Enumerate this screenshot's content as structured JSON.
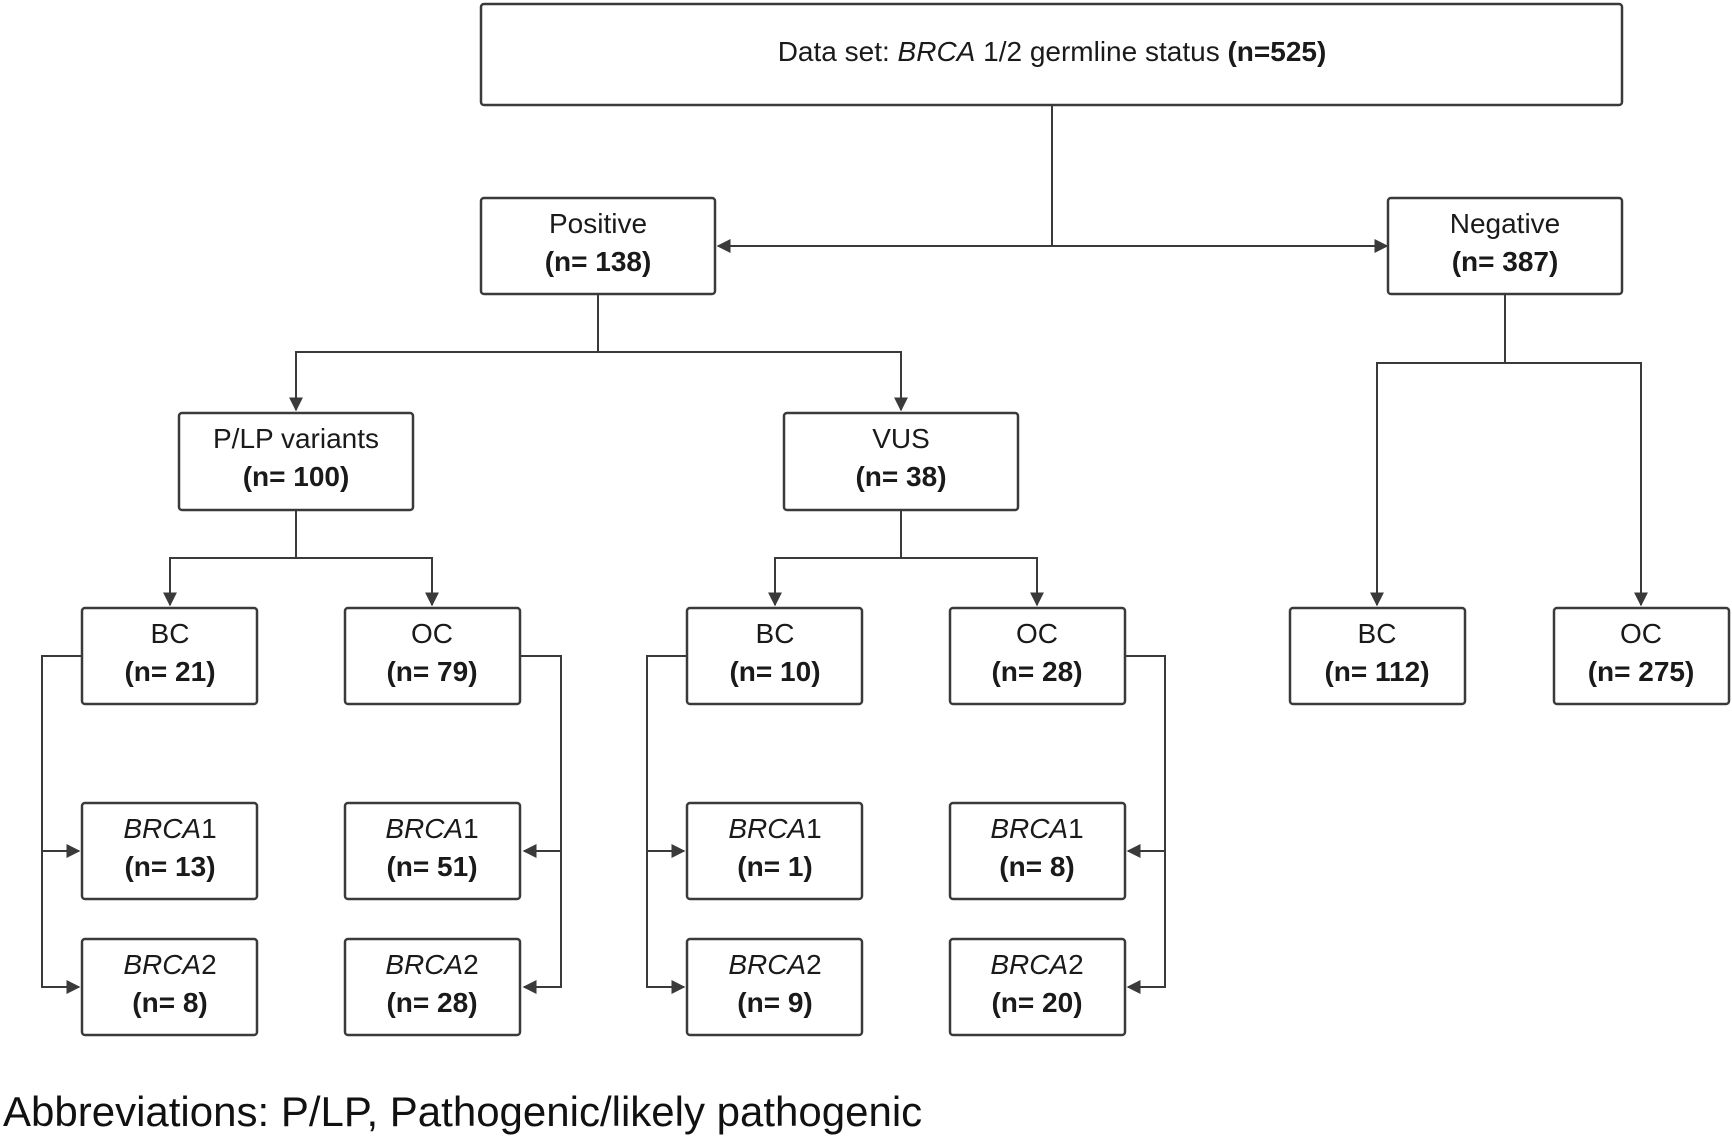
{
  "root": {
    "label_prefix": "Data set: ",
    "label_gene": "BRCA",
    "label_suffix": " 1/2 germline status ",
    "count": "(n=525)"
  },
  "nodes": {
    "positive": {
      "label": "Positive",
      "count": "(n= 138)"
    },
    "negative": {
      "label": "Negative",
      "count": "(n= 387)"
    },
    "plp": {
      "label": "P/LP variants",
      "count": "(n= 100)"
    },
    "vus": {
      "label": "VUS",
      "count": "(n= 38)"
    },
    "plp_bc": {
      "label": "BC",
      "count": "(n= 21)"
    },
    "plp_oc": {
      "label": "OC",
      "count": "(n= 79)"
    },
    "vus_bc": {
      "label": "BC",
      "count": "(n= 10)"
    },
    "vus_oc": {
      "label": "OC",
      "count": "(n= 28)"
    },
    "neg_bc": {
      "label": "BC",
      "count": "(n= 112)"
    },
    "neg_oc": {
      "label": "OC",
      "count": "(n= 275)"
    },
    "plp_bc_b1": {
      "gene": "BRCA",
      "num": "1",
      "count": "(n= 13)"
    },
    "plp_bc_b2": {
      "gene": "BRCA",
      "num": "2",
      "count": "(n= 8)"
    },
    "plp_oc_b1": {
      "gene": "BRCA",
      "num": "1",
      "count": "(n= 51)"
    },
    "plp_oc_b2": {
      "gene": "BRCA",
      "num": "2",
      "count": "(n= 28)"
    },
    "vus_bc_b1": {
      "gene": "BRCA",
      "num": "1",
      "count": "(n= 1)"
    },
    "vus_bc_b2": {
      "gene": "BRCA",
      "num": "2",
      "count": "(n= 9)"
    },
    "vus_oc_b1": {
      "gene": "BRCA",
      "num": "1",
      "count": "(n= 8)"
    },
    "vus_oc_b2": {
      "gene": "BRCA",
      "num": "2",
      "count": "(n= 20)"
    }
  },
  "footnote": "Abbreviations: P/LP, Pathogenic/likely pathogenic"
}
